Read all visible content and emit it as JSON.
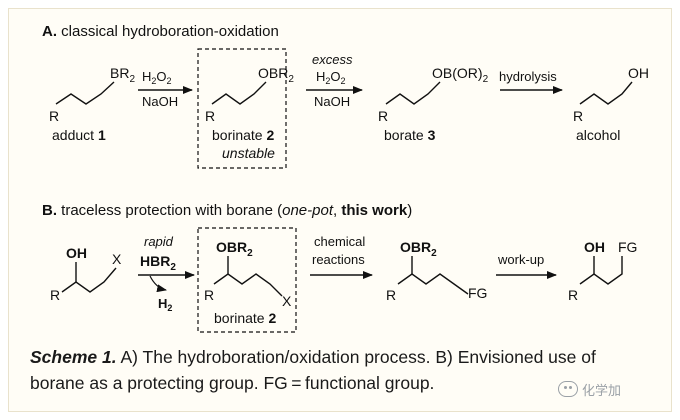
{
  "sectionA": {
    "letter": "A.",
    "heading": "classical hydroboration-oxidation",
    "adduct": {
      "group": "BR",
      "sub": "2",
      "r": "R",
      "label": "adduct",
      "num": "1"
    },
    "arrow1": {
      "top": "H",
      "top_sub": "2",
      "top_rest": "O",
      "top_sub2": "2",
      "bottom": "NaOH"
    },
    "borinate": {
      "group": "OBR",
      "sub": "2",
      "r": "R",
      "label": "borinate",
      "num": "2",
      "note": "unstable"
    },
    "arrow2": {
      "line1": "excess",
      "top": "H",
      "top_sub": "2",
      "top_rest": "O",
      "top_sub2": "2",
      "bottom": "NaOH"
    },
    "borate": {
      "group": "OB(OR)",
      "sub": "2",
      "r": "R",
      "label": "borate",
      "num": "3"
    },
    "arrow3": {
      "top": "hydrolysis"
    },
    "alcohol": {
      "group": "OH",
      "r": "R",
      "label": "alcohol"
    }
  },
  "sectionB": {
    "letter": "B.",
    "heading_start": "traceless protection with borane (",
    "heading_italic": "one-pot",
    "heading_comma": ", ",
    "heading_bold": "this work",
    "heading_end": ")",
    "start": {
      "oh": "OH",
      "x": "X",
      "r": "R"
    },
    "arrow1": {
      "top": "rapid",
      "reagent": "HBR",
      "reagent_sub": "2",
      "byproduct": "H",
      "byproduct_sub": "2"
    },
    "borinate": {
      "group": "OBR",
      "sub": "2",
      "x": "X",
      "r": "R",
      "label": "borinate",
      "num": "2"
    },
    "arrow2": {
      "line1": "chemical",
      "line2": "reactions"
    },
    "product1": {
      "group": "OBR",
      "sub": "2",
      "fg": "FG",
      "r": "R"
    },
    "arrow3": {
      "top": "work-up"
    },
    "product2": {
      "oh": "OH",
      "fg": "FG",
      "r": "R"
    }
  },
  "caption": {
    "title": "Scheme 1.",
    "text": " A) The hydroboration/oxidation process. B) Envisioned use of borane as a protecting group. FG = functional group."
  },
  "watermark": {
    "text": "化学加",
    "icon": "wechat-icon"
  }
}
